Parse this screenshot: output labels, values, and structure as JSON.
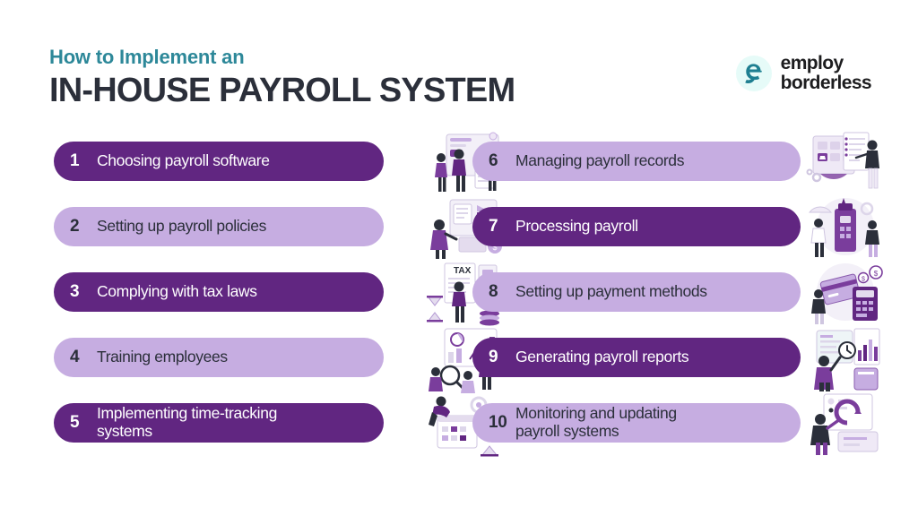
{
  "header": {
    "eyebrow": "How to Implement an",
    "title": "IN-HOUSE PAYROLL SYSTEM"
  },
  "logo": {
    "mark": "e-monogram-icon",
    "line1": "employ",
    "line2": "borderless"
  },
  "colors": {
    "dark_purple": "#612681",
    "light_purple": "#c6ade1",
    "teal": "#2d8899",
    "navy": "#2b2f3a",
    "background": "#ffffff",
    "logo_mint": "#e6fbf8"
  },
  "steps_left": [
    {
      "number": "1",
      "label": "Choosing payroll software",
      "style": "dark",
      "illustration": "team-dashboard-charts-illustration"
    },
    {
      "number": "2",
      "label": "Setting up payroll policies",
      "style": "light",
      "illustration": "person-documents-bank-illustration"
    },
    {
      "number": "3",
      "label": "Complying with tax laws",
      "style": "dark",
      "illustration": "tax-form-hourglass-coins-illustration"
    },
    {
      "number": "4",
      "label": "Training employees",
      "style": "light",
      "illustration": "magnifier-growth-chart-team-illustration"
    },
    {
      "number": "5",
      "label": "Implementing time-tracking\nsystems",
      "style": "dark",
      "illustration": "calendar-gears-hourglass-illustration"
    }
  ],
  "steps_right": [
    {
      "number": "6",
      "label": "Managing payroll records",
      "style": "light",
      "illustration": "records-folder-checklist-illustration"
    },
    {
      "number": "7",
      "label": "Processing payroll",
      "style": "dark",
      "illustration": "payroll-machine-people-illustration"
    },
    {
      "number": "8",
      "label": "Setting up payment methods",
      "style": "light",
      "illustration": "credit-card-calculator-coins-illustration"
    },
    {
      "number": "9",
      "label": "Generating payroll reports",
      "style": "dark",
      "illustration": "reports-bar-chart-clock-illustration"
    },
    {
      "number": "10",
      "label": "Monitoring and updating\npayroll systems",
      "style": "light",
      "illustration": "monitor-dashboard-update-illustration"
    }
  ]
}
